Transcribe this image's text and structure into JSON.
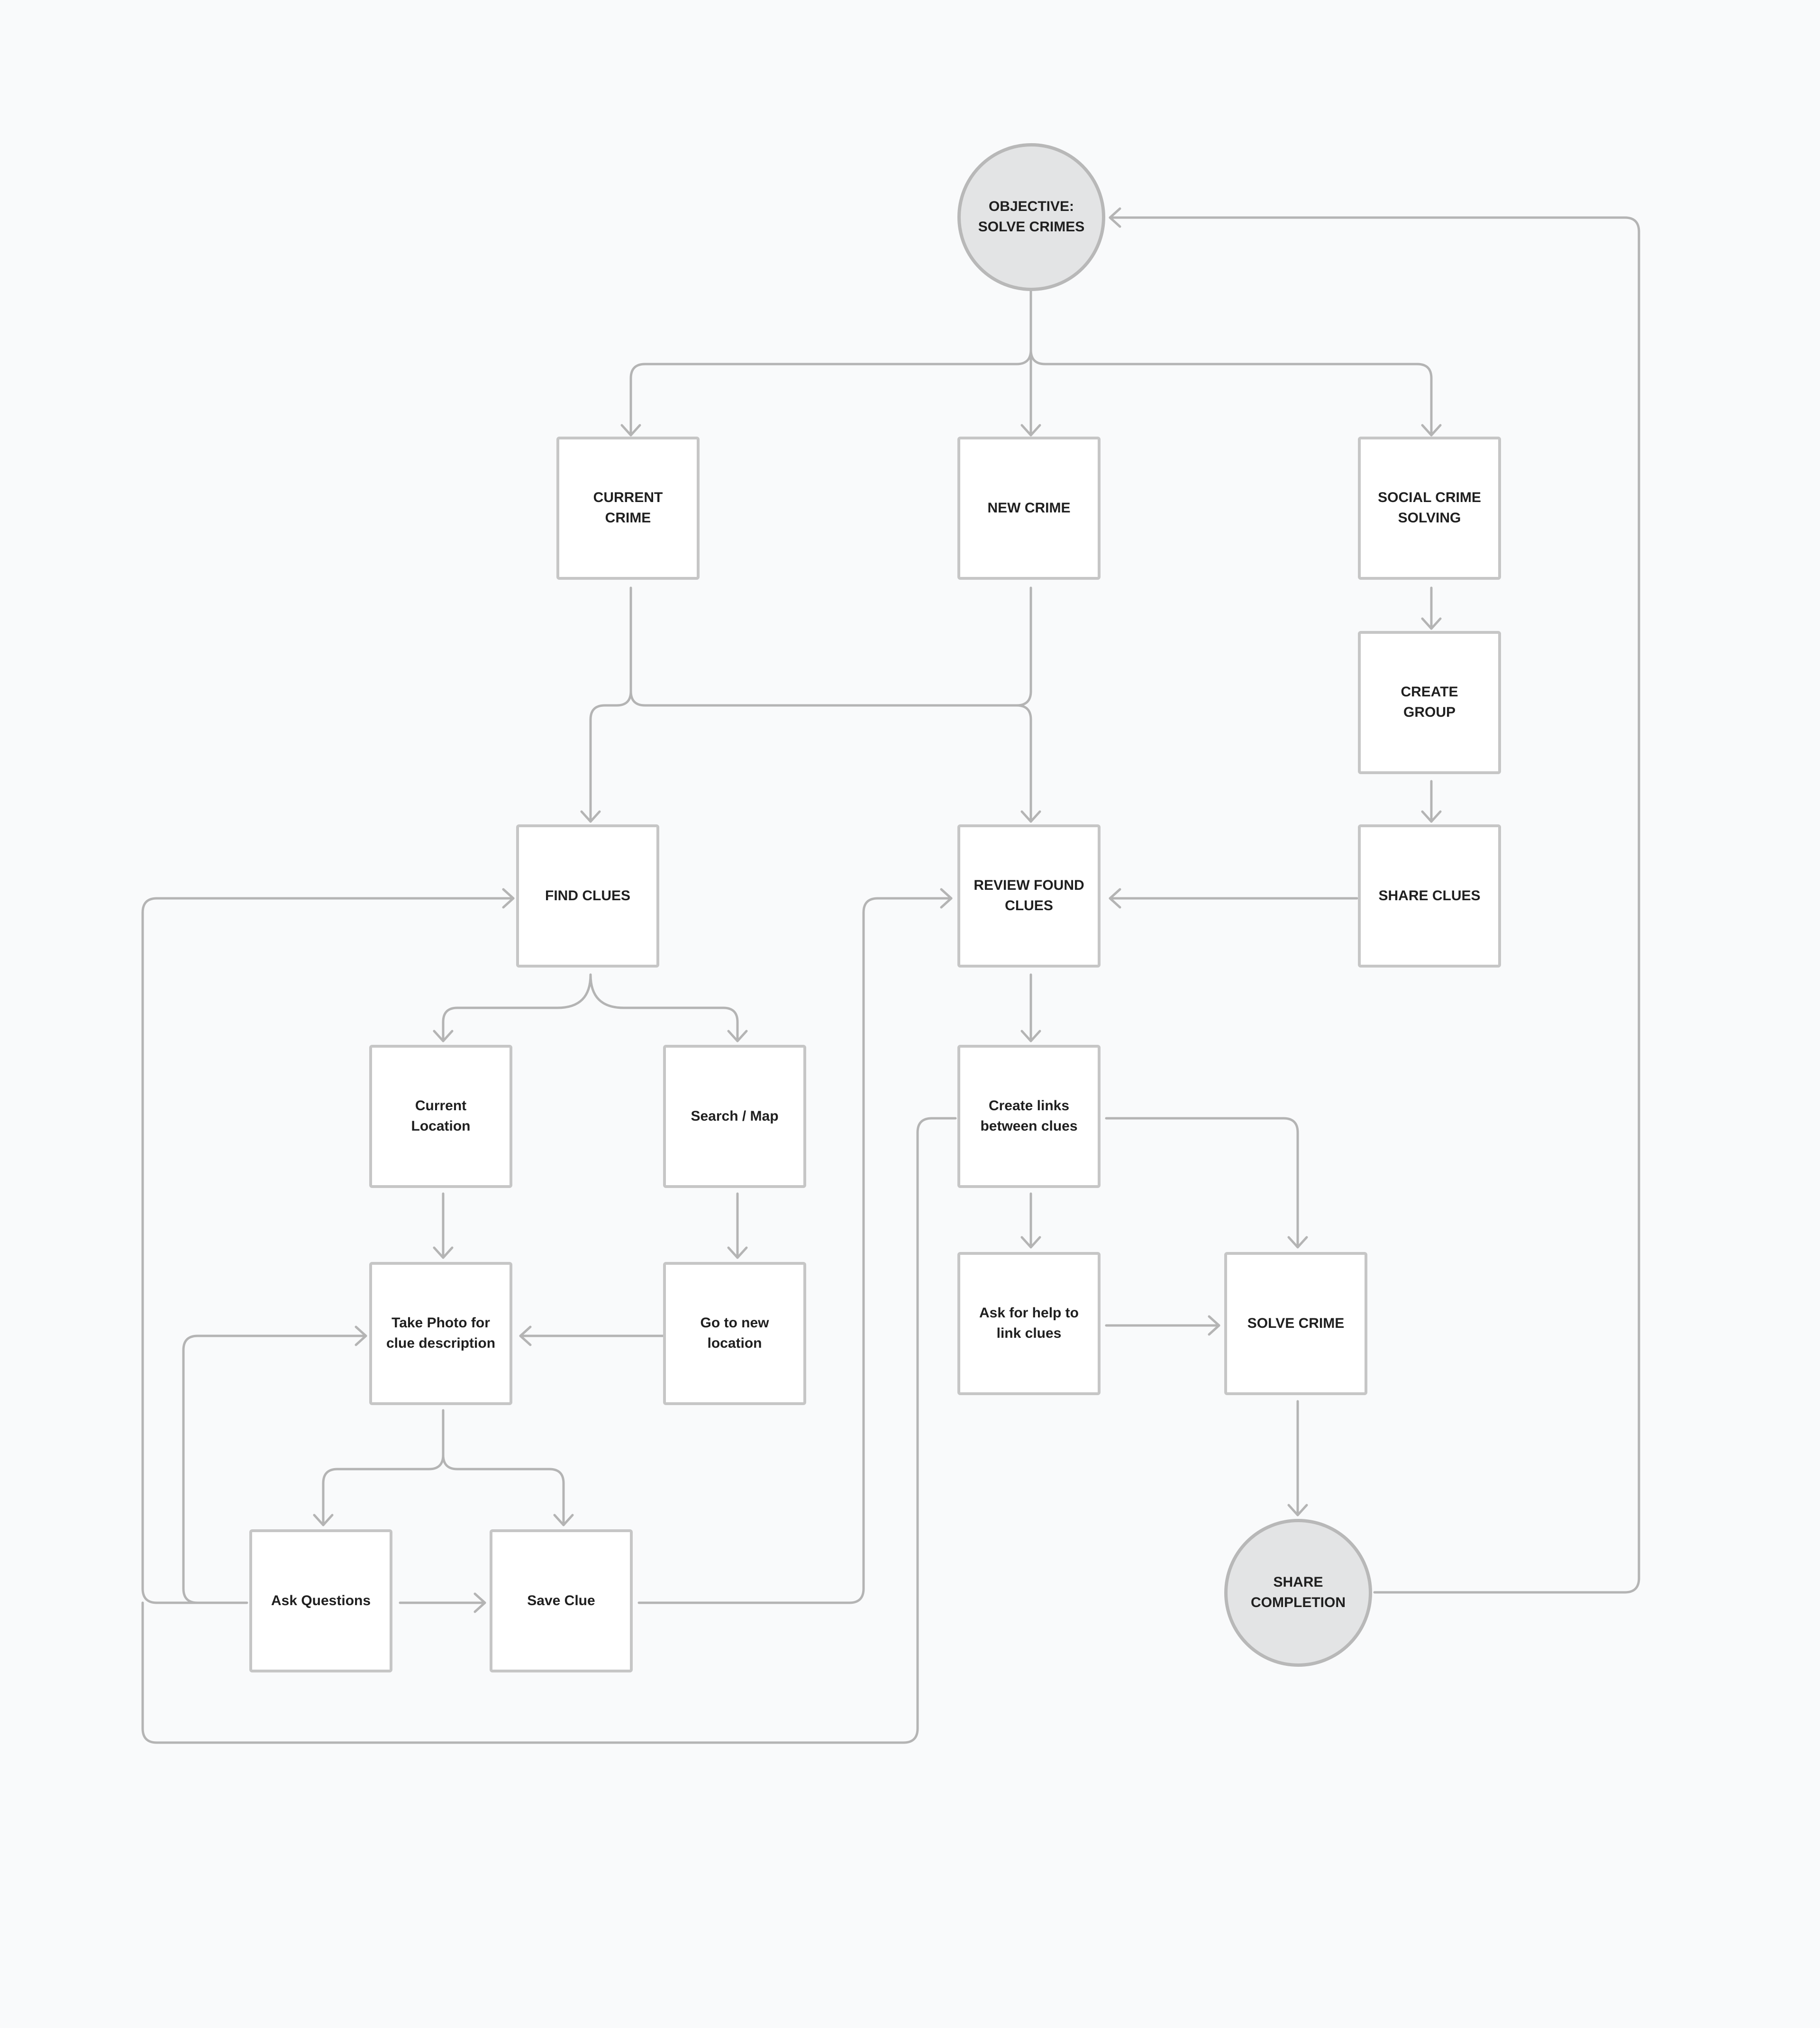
{
  "nodes": {
    "objective": "OBJECTIVE: SOLVE CRIMES",
    "current_crime": "CURRENT CRIME",
    "new_crime": "NEW CRIME",
    "social_crime_solving": "SOCIAL CRIME SOLVING",
    "create_group": "CREATE GROUP",
    "find_clues": "FIND CLUES",
    "review_found_clues": "REVIEW FOUND CLUES",
    "share_clues": "SHARE CLUES",
    "current_location": "Current Location",
    "search_map": "Search / Map",
    "create_links": "Create links between clues",
    "take_photo": "Take Photo for clue description",
    "go_to_new_location": "Go to new location",
    "ask_for_help": "Ask for help to link clues",
    "solve_crime": "SOLVE CRIME",
    "ask_questions": "Ask Questions",
    "save_clue": "Save Clue",
    "share_completion": "SHARE COMPLETION"
  },
  "colors": {
    "background": "#f9fafb",
    "node_fill": "#ffffff",
    "node_border": "#c6c6c6",
    "terminal_fill": "#e3e4e5",
    "connector": "#b4b4b4",
    "text": "#1f1f1f"
  }
}
